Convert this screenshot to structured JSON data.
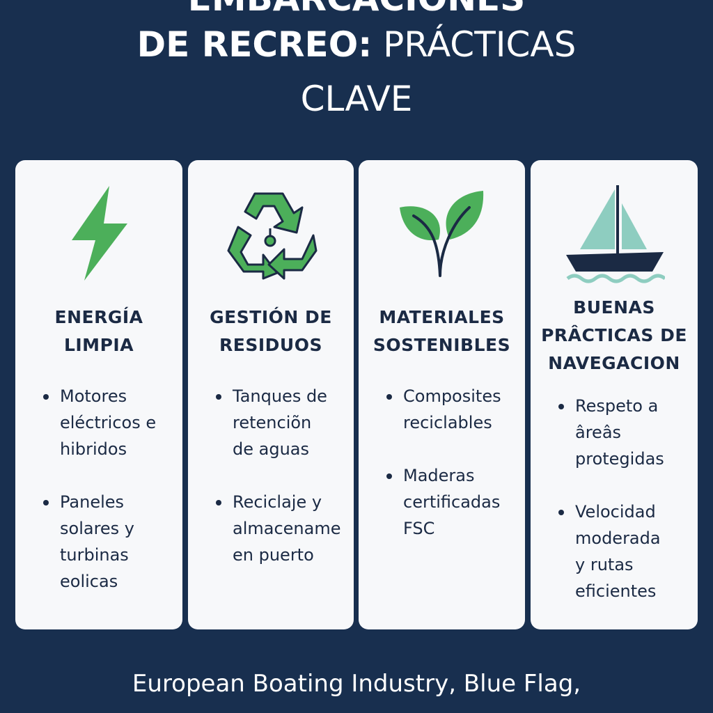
{
  "title": {
    "line0": "EMBARCACIONES",
    "line1_bold": "DE RECREO:",
    "line1_regular": "PRÁCTICAS",
    "line2": "CLAVE"
  },
  "cards": [
    {
      "heading": [
        "ENERGÍA",
        "LIMPIA"
      ],
      "icon": "lightning-icon",
      "bullets": [
        "Motores eléctricos e hibridos",
        "Paneles solares y turbinas eolicas"
      ]
    },
    {
      "heading": [
        "GESTIÓN DE",
        "RESIDUOS"
      ],
      "icon": "recycle-icon",
      "bullets": [
        "Tanques de retenciõn de aguas",
        "Reciclaje y almacename en puerto"
      ]
    },
    {
      "heading": [
        "MATERIALES",
        "SOSTENIBLES"
      ],
      "icon": "sprout-icon",
      "bullets": [
        "Composites reciclables",
        "Maderas certificadas FSC"
      ]
    },
    {
      "heading": [
        "BUENAS",
        "PRÂCTICAS DE",
        "NAVEGACION"
      ],
      "icon": "sailboat-icon",
      "bullets": [
        "Respeto a âreâs protegidas",
        "Velocidad moderada y rutas eficientes"
      ]
    }
  ],
  "footer": "European Boating Industry, Blue Flag,",
  "colors": {
    "background": "#182f4f",
    "card": "#f7f8fa",
    "text": "#1b2a44",
    "green": "#4caf5a",
    "teal": "#8ecdc0"
  }
}
